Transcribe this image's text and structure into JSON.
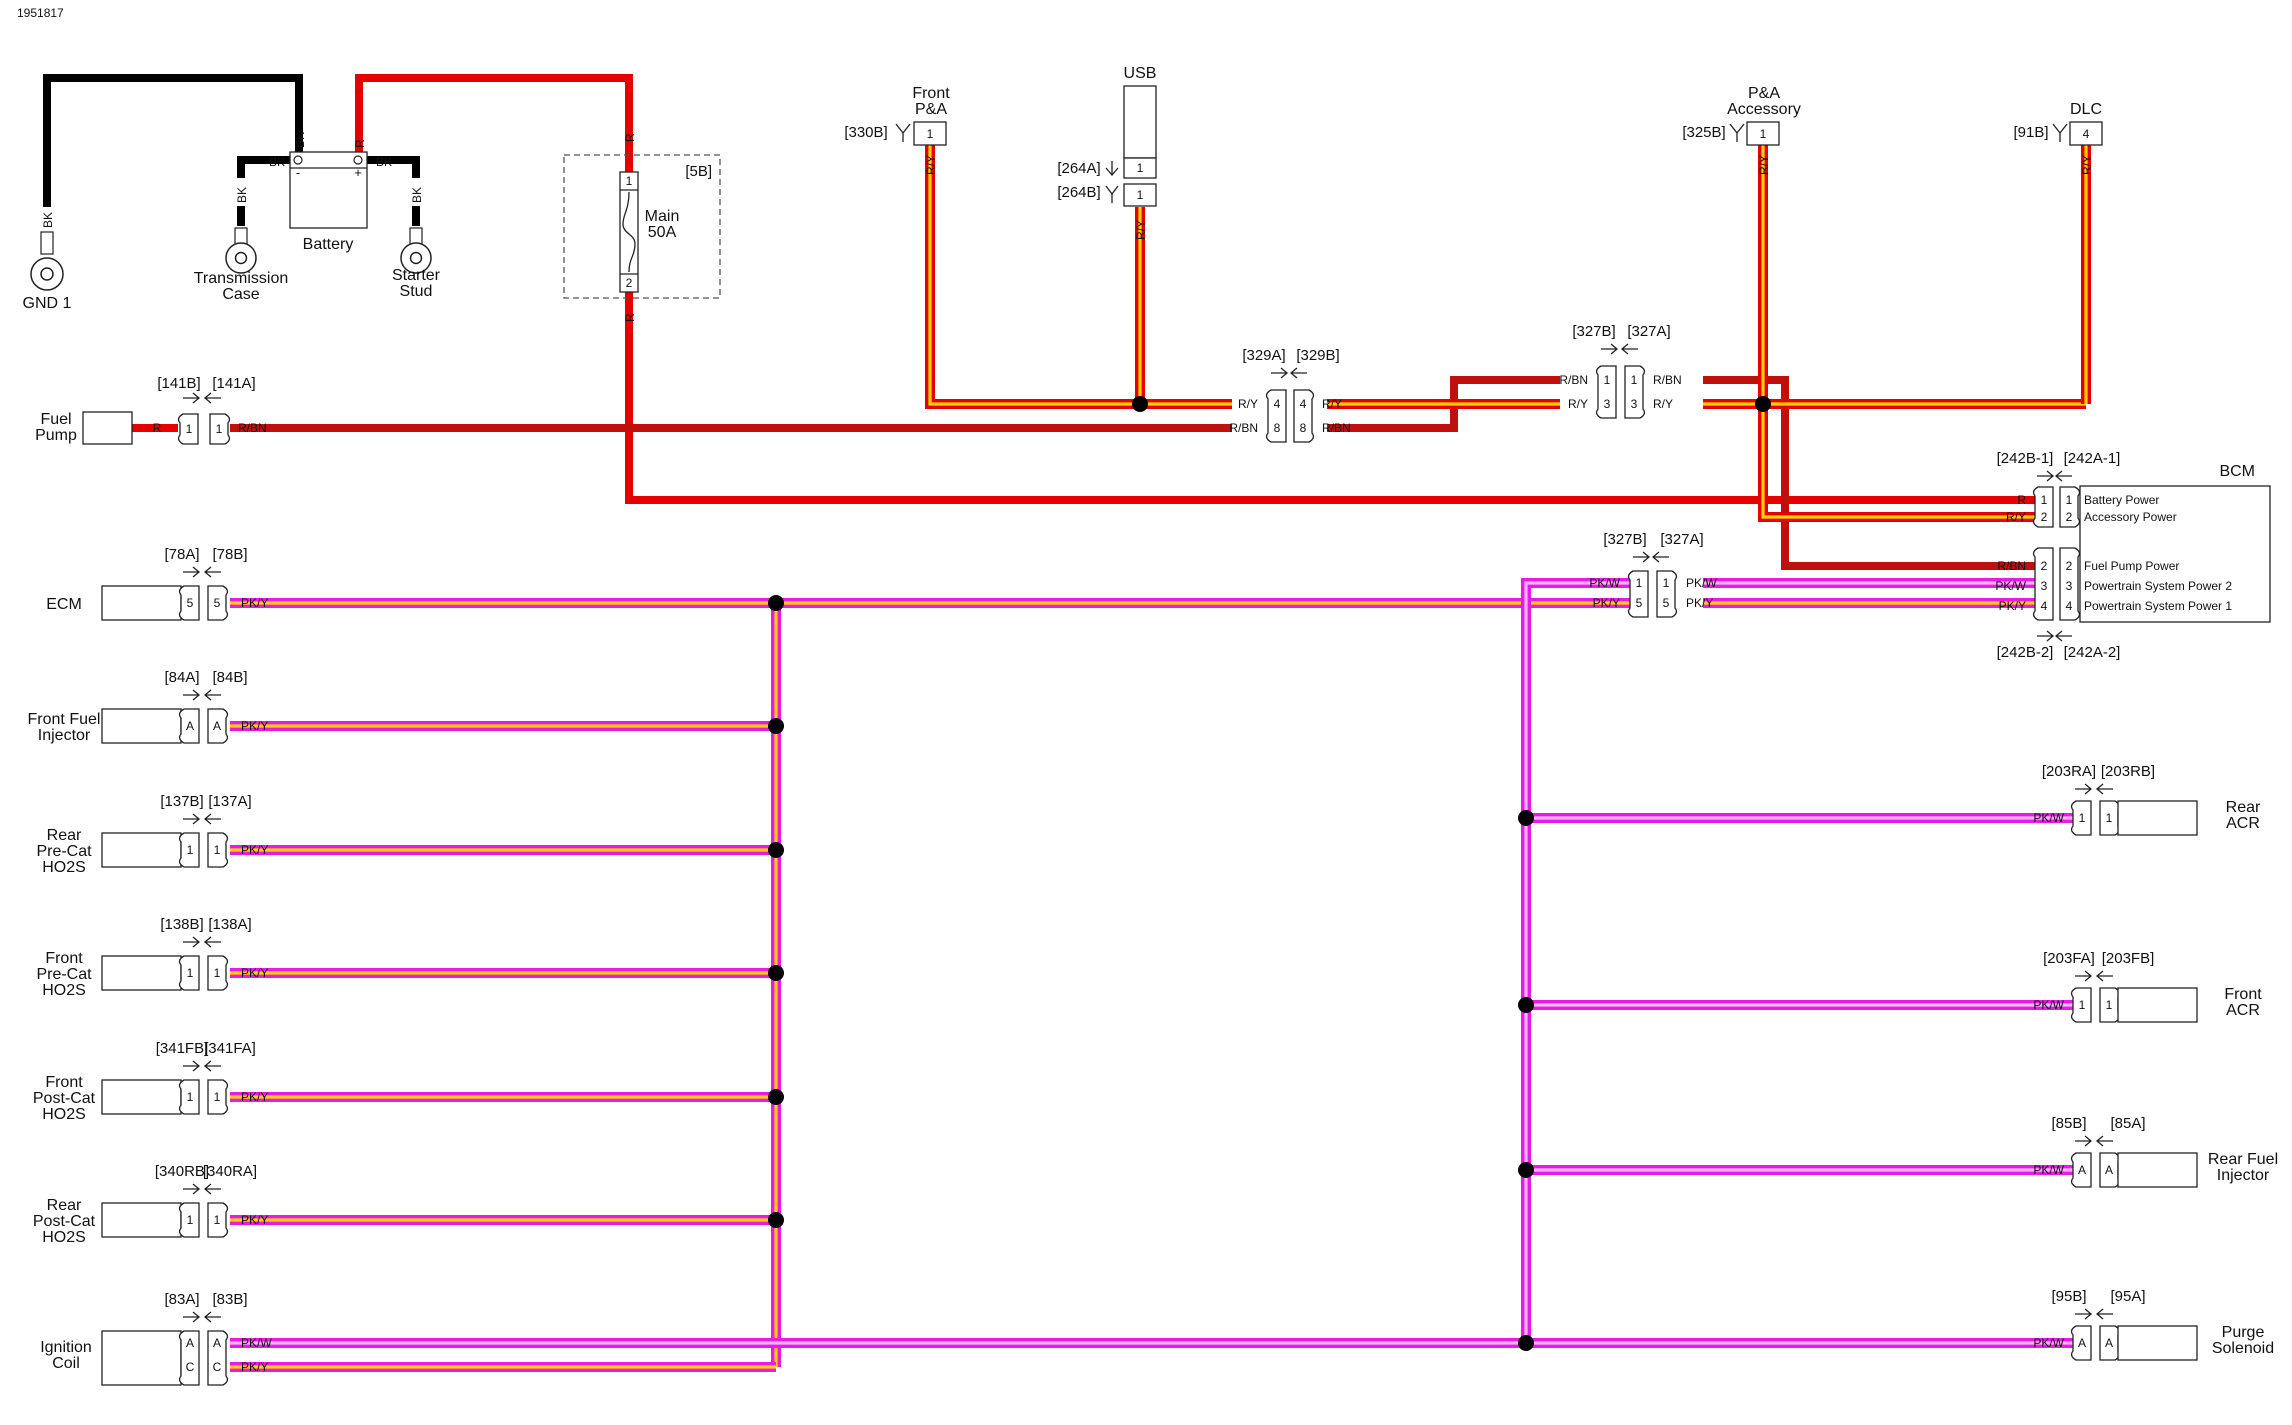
{
  "doc_id": "1951817",
  "colors": {
    "black": "#000000",
    "red": "#e60000",
    "dark_red": "#c0100c",
    "yellow": "#ffd000",
    "pink": "#e81ae8",
    "light_pink": "#f6b3f6",
    "white": "#ffffff"
  },
  "ground": {
    "name": "GND 1",
    "wire": "BK"
  },
  "battery": {
    "label": "Battery",
    "neg_wire": "BK",
    "pos_wire": "R",
    "neg_branch_wire": "BK",
    "pos_branch_wire": "BK",
    "neg_symbol": "-",
    "pos_symbol": "+",
    "transmission_case": [
      "Transmission",
      "Case"
    ],
    "starter_stud": [
      "Starter",
      "Stud"
    ]
  },
  "fuse": {
    "box": "[5B]",
    "name": [
      "Main",
      "50A"
    ],
    "pin1": "1",
    "pin2": "2",
    "wire_in": "R",
    "wire_out": "R"
  },
  "fuel_pump": {
    "name": [
      "Fuel",
      "Pump"
    ],
    "connector": [
      "[141B]",
      "[141A]"
    ],
    "pins": [
      "1",
      "1"
    ],
    "wire_left": "R",
    "wire_right": "R/BN"
  },
  "front_pa": {
    "name": [
      "Front",
      "P&A"
    ],
    "connector": "[330B]",
    "pin": "1",
    "wire": "R/Y"
  },
  "usb": {
    "name": "USB",
    "connectors": [
      "[264A]",
      "[264B]"
    ],
    "pins": [
      "1",
      "1"
    ],
    "wire": "R/Y"
  },
  "pa_accessory": {
    "name": [
      "P&A",
      "Accessory"
    ],
    "connector": "[325B]",
    "pin": "1",
    "wire": "R/Y"
  },
  "dlc": {
    "name": "DLC",
    "connector": "[91B]",
    "pin": "4",
    "wire": "R/Y"
  },
  "conn_329": {
    "labels": [
      "[329A]",
      "[329B]"
    ],
    "rows": [
      {
        "pin_a": "4",
        "pin_b": "4",
        "wire_l": "R/Y",
        "wire_r": "R/Y"
      },
      {
        "pin_a": "8",
        "pin_b": "8",
        "wire_l": "R/BN",
        "wire_r": "R/BN"
      }
    ]
  },
  "conn_327_top": {
    "labels": [
      "[327B]",
      "[327A]"
    ],
    "rows": [
      {
        "pin_a": "1",
        "pin_b": "1",
        "wire_l": "R/BN",
        "wire_r": "R/BN"
      },
      {
        "pin_a": "3",
        "pin_b": "3",
        "wire_l": "R/Y",
        "wire_r": "R/Y"
      }
    ]
  },
  "conn_327_bottom": {
    "labels": [
      "[327B]",
      "[327A]"
    ],
    "rows": [
      {
        "pin_a": "1",
        "pin_b": "1",
        "wire_l": "PK/W",
        "wire_r": "PK/W"
      },
      {
        "pin_a": "5",
        "pin_b": "5",
        "wire_l": "PK/Y",
        "wire_r": "PK/Y"
      }
    ]
  },
  "bcm": {
    "name": "BCM",
    "connector1": [
      "[242B-1]",
      "[242A-1]"
    ],
    "connector2": [
      "[242B-2]",
      "[242A-2]"
    ],
    "pins1": [
      {
        "pin": "1",
        "wire": "R",
        "func": "Battery Power"
      },
      {
        "pin": "2",
        "wire": "R/Y",
        "func": "Accessory Power"
      }
    ],
    "pins2": [
      {
        "pin": "2",
        "wire": "R/BN",
        "func": "Fuel Pump Power"
      },
      {
        "pin": "3",
        "wire": "PK/W",
        "func": "Powertrain System Power 2"
      },
      {
        "pin": "4",
        "wire": "PK/Y",
        "func": "Powertrain System Power 1"
      }
    ]
  },
  "left_components": [
    {
      "name": [
        "ECM"
      ],
      "conn": [
        "[78A]",
        "[78B]"
      ],
      "pin": "5",
      "wire": "PK/Y"
    },
    {
      "name": [
        "Front Fuel",
        "Injector"
      ],
      "conn": [
        "[84A]",
        "[84B]"
      ],
      "pin": "A",
      "wire": "PK/Y"
    },
    {
      "name": [
        "Rear",
        "Pre-Cat",
        "HO2S"
      ],
      "conn": [
        "[137B]",
        "[137A]"
      ],
      "pin": "1",
      "wire": "PK/Y"
    },
    {
      "name": [
        "Front",
        "Pre-Cat",
        "HO2S"
      ],
      "conn": [
        "[138B]",
        "[138A]"
      ],
      "pin": "1",
      "wire": "PK/Y"
    },
    {
      "name": [
        "Front",
        "Post-Cat",
        "HO2S"
      ],
      "conn": [
        "[341FB]",
        "[341FA]"
      ],
      "pin": "1",
      "wire": "PK/Y"
    },
    {
      "name": [
        "Rear",
        "Post-Cat",
        "HO2S"
      ],
      "conn": [
        "[340RB]",
        "[340RA]"
      ],
      "pin": "1",
      "wire": "PK/Y"
    }
  ],
  "ignition_coil": {
    "name": [
      "Ignition",
      "Coil"
    ],
    "conn": [
      "[83A]",
      "[83B]"
    ],
    "pins": [
      "A",
      "C"
    ],
    "wires": [
      "PK/W",
      "PK/Y"
    ]
  },
  "right_components": [
    {
      "name": [
        "Rear",
        "ACR"
      ],
      "conn": [
        "[203RA]",
        "[203RB]"
      ],
      "pin": "1",
      "wire": "PK/W"
    },
    {
      "name": [
        "Front",
        "ACR"
      ],
      "conn": [
        "[203FA]",
        "[203FB]"
      ],
      "pin": "1",
      "wire": "PK/W"
    },
    {
      "name": [
        "Rear Fuel",
        "Injector"
      ],
      "conn": [
        "[85B]",
        "[85A]"
      ],
      "pin": "A",
      "wire": "PK/W"
    },
    {
      "name": [
        "Purge",
        "Solenoid"
      ],
      "conn": [
        "[95B]",
        "[95A]"
      ],
      "pin": "A",
      "wire": "PK/W"
    }
  ]
}
